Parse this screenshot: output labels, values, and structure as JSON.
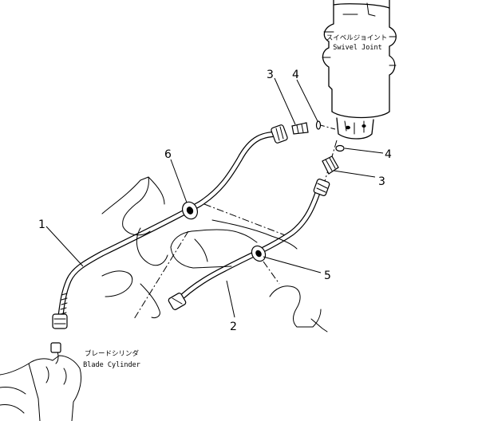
{
  "callouts": [
    {
      "id": "1",
      "text": "1"
    },
    {
      "id": "2",
      "text": "2"
    },
    {
      "id": "3a",
      "text": "3"
    },
    {
      "id": "3b",
      "text": "3"
    },
    {
      "id": "4a",
      "text": "4"
    },
    {
      "id": "4b",
      "text": "4"
    },
    {
      "id": "5",
      "text": "5"
    },
    {
      "id": "6",
      "text": "6"
    }
  ],
  "labels": {
    "swivel_joint_jp": "スイベルジョイント",
    "swivel_joint_en": "Swivel Joint",
    "blade_cylinder_jp": "ブレードシリンダ",
    "blade_cylinder_en": "Blade Cylinder"
  }
}
